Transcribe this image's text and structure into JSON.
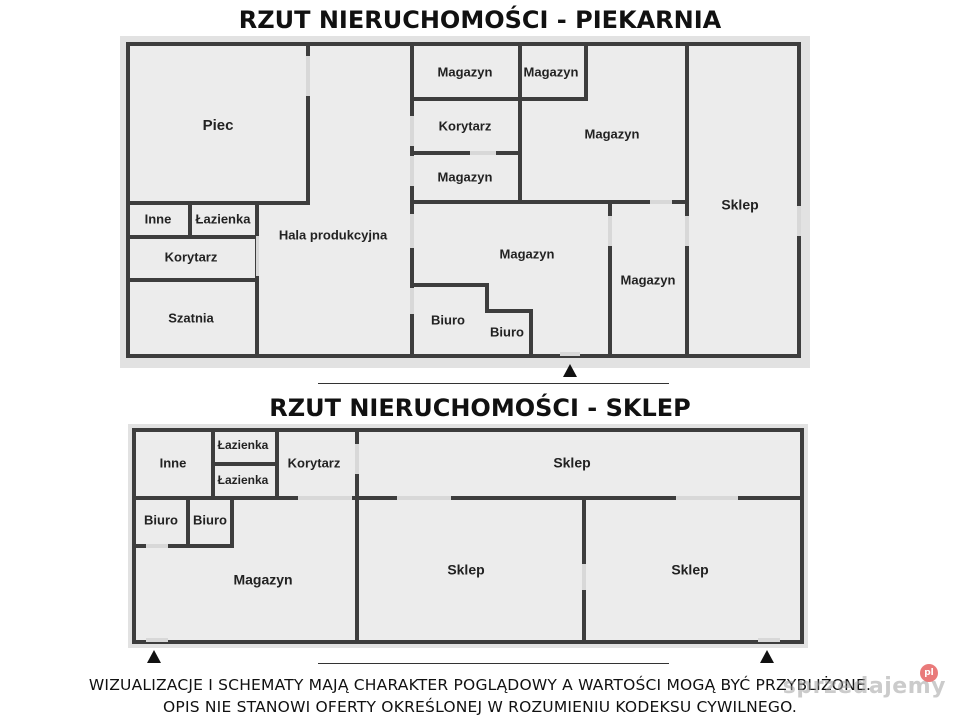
{
  "plan_piekarnia": {
    "title": "RZUT NIERUCHOMOŚCI - PIEKARNIA",
    "rooms": {
      "piec": "Piec",
      "inne": "Inne",
      "lazienka": "Łazienka",
      "korytarz_left": "Korytarz",
      "szatnia": "Szatnia",
      "hala": "Hala produkcyjna",
      "magazyn_1": "Magazyn",
      "magazyn_2": "Magazyn",
      "korytarz_mid": "Korytarz",
      "magazyn_3": "Magazyn",
      "magazyn_big": "Magazyn",
      "magazyn_center": "Magazyn",
      "biuro_1": "Biuro",
      "biuro_2": "Biuro",
      "magazyn_right": "Magazyn",
      "sklep": "Sklep"
    }
  },
  "plan_sklep": {
    "title": "RZUT NIERUCHOMOŚCI - SKLEP",
    "rooms": {
      "inne": "Inne",
      "lazienka_1": "Łazienka",
      "lazienka_2": "Łazienka",
      "korytarz": "Korytarz",
      "sklep_top": "Sklep",
      "biuro_1": "Biuro",
      "biuro_2": "Biuro",
      "magazyn": "Magazyn",
      "sklep_mid": "Sklep",
      "sklep_right": "Sklep"
    }
  },
  "disclaimer": {
    "line1": "WIZUALIZACJE I SCHEMATY MAJĄ CHARAKTER POGLĄDOWY A WARTOŚCI MOGĄ BYĆ PRZYBLIŻONE.",
    "line2": "OPIS NIE STANOWI OFERTY OKREŚLONEJ W ROZUMIENIU KODEKSU CYWILNEGO."
  },
  "watermark": {
    "text": "sprzedajemy",
    "badge": "pl"
  },
  "colors": {
    "wall": "#3d3d3d",
    "floor": "#ececec",
    "frame": "#e2e2e2",
    "text": "#222222",
    "door": "#d8d8d8"
  }
}
